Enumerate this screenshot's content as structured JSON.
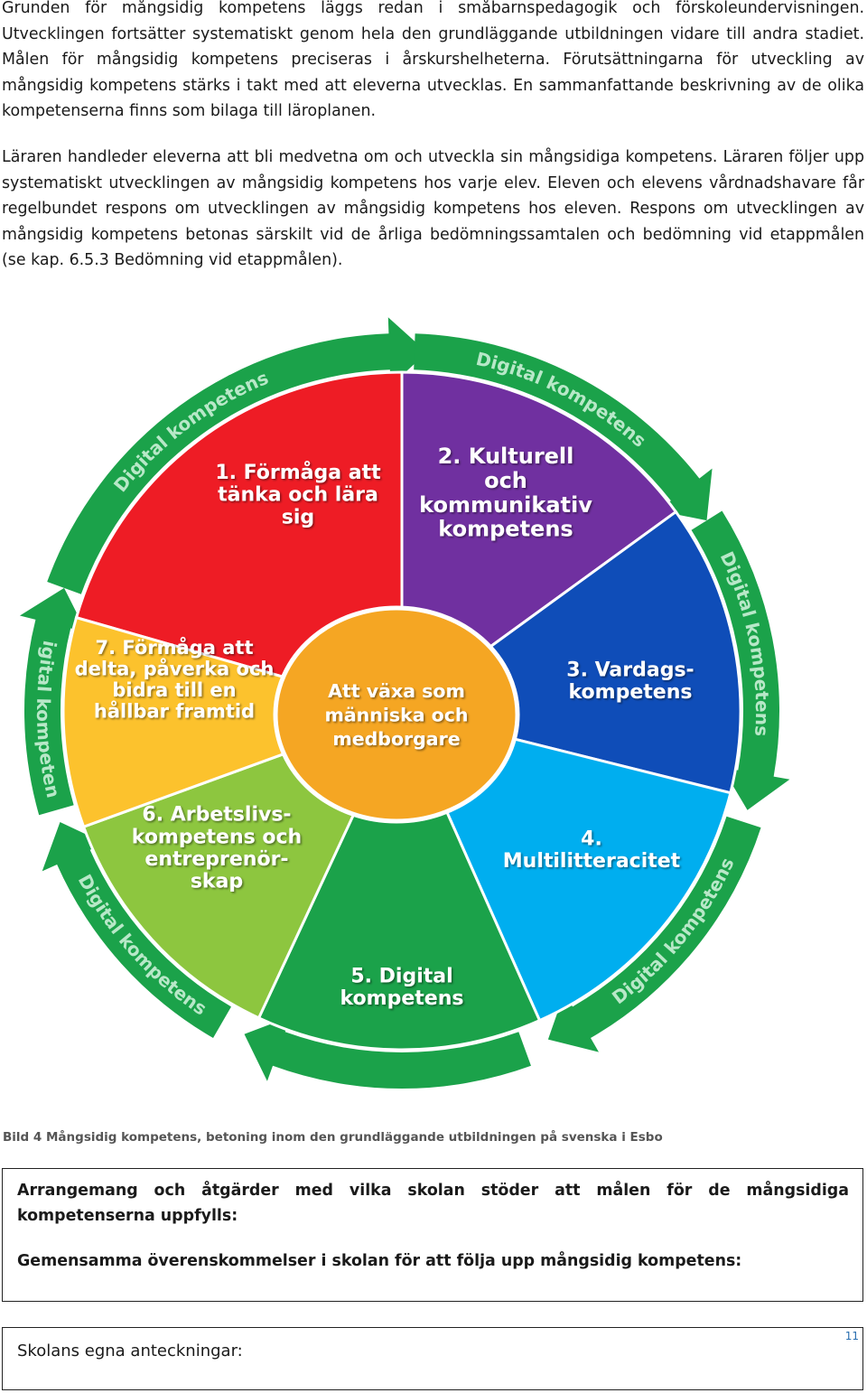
{
  "intro_paragraph": "Grunden för mångsidig kompetens läggs redan i småbarnspedagogik och förskoleundervisningen. Utvecklingen fortsätter systematiskt genom hela den grundläggande utbildningen vidare till andra stadiet. Målen för mångsidig kompetens preciseras i årskurshelheterna. Förutsättningarna för utveckling av mångsidig kompetens stärks i takt med att eleverna utvecklas. En sammanfattande beskrivning av de olika kompetenserna finns som bilaga till läroplanen.",
  "teacher_paragraph": "Läraren handleder eleverna att bli medvetna om och utveckla sin mångsidiga kompetens. Läraren följer upp systematiskt utvecklingen av mångsidig kompetens hos varje elev. Eleven och elevens vårdnadshavare får regelbundet respons om utvecklingen av mångsidig kompetens hos eleven. Respons om utvecklingen av mångsidig kompetens betonas särskilt vid de årliga bedömningssamtalen och bedömning vid etappmålen (se kap. 6.5.3 Bedömning vid etappmålen).",
  "wheel": {
    "center": [
      "Att växa som",
      "människa och",
      "medborgare"
    ],
    "ring_label": "Digital kompetens",
    "segments": [
      {
        "lines": [
          "1. Förmåga att",
          "tänka och lära",
          "sig"
        ],
        "color": "#ee1c25"
      },
      {
        "lines": [
          "2. Kulturell",
          "och",
          "kommunikativ",
          "kompetens"
        ],
        "color": "#7030a0"
      },
      {
        "lines": [
          "3. Vardags-",
          "kompetens"
        ],
        "color": "#0f4db8"
      },
      {
        "lines": [
          "4.",
          "Multilitteracitet"
        ],
        "color": "#00aeef"
      },
      {
        "lines": [
          "5. Digital",
          "kompetens"
        ],
        "color": "#1ba24a"
      },
      {
        "lines": [
          "6. Arbetslivs-",
          "kompetens och",
          "entreprenör-",
          "skap"
        ],
        "color": "#8dc63f"
      },
      {
        "lines": [
          "7. Förmåga att",
          "delta, påverka och",
          "bidra till en",
          "hållbar framtid"
        ],
        "color": "#fcc22d"
      }
    ],
    "colors": {
      "ring": "#1ba24a",
      "center": "#f5a623",
      "label_text": "#ffffff",
      "ring_label_text": "#b8e8c8"
    }
  },
  "caption": "Bild 4 Mångsidig kompetens, betoning inom den grundläggande utbildningen på svenska i Esbo",
  "box1": {
    "heading1": "Arrangemang och åtgärder med vilka skolan stöder att målen för de mångsidiga kompetenserna uppfylls:",
    "heading2": "Gemensamma överenskommelser i skolan för att följa upp mångsidig kompetens:"
  },
  "box2": {
    "notes_label": "Skolans egna anteckningar:",
    "page_number": "11"
  }
}
